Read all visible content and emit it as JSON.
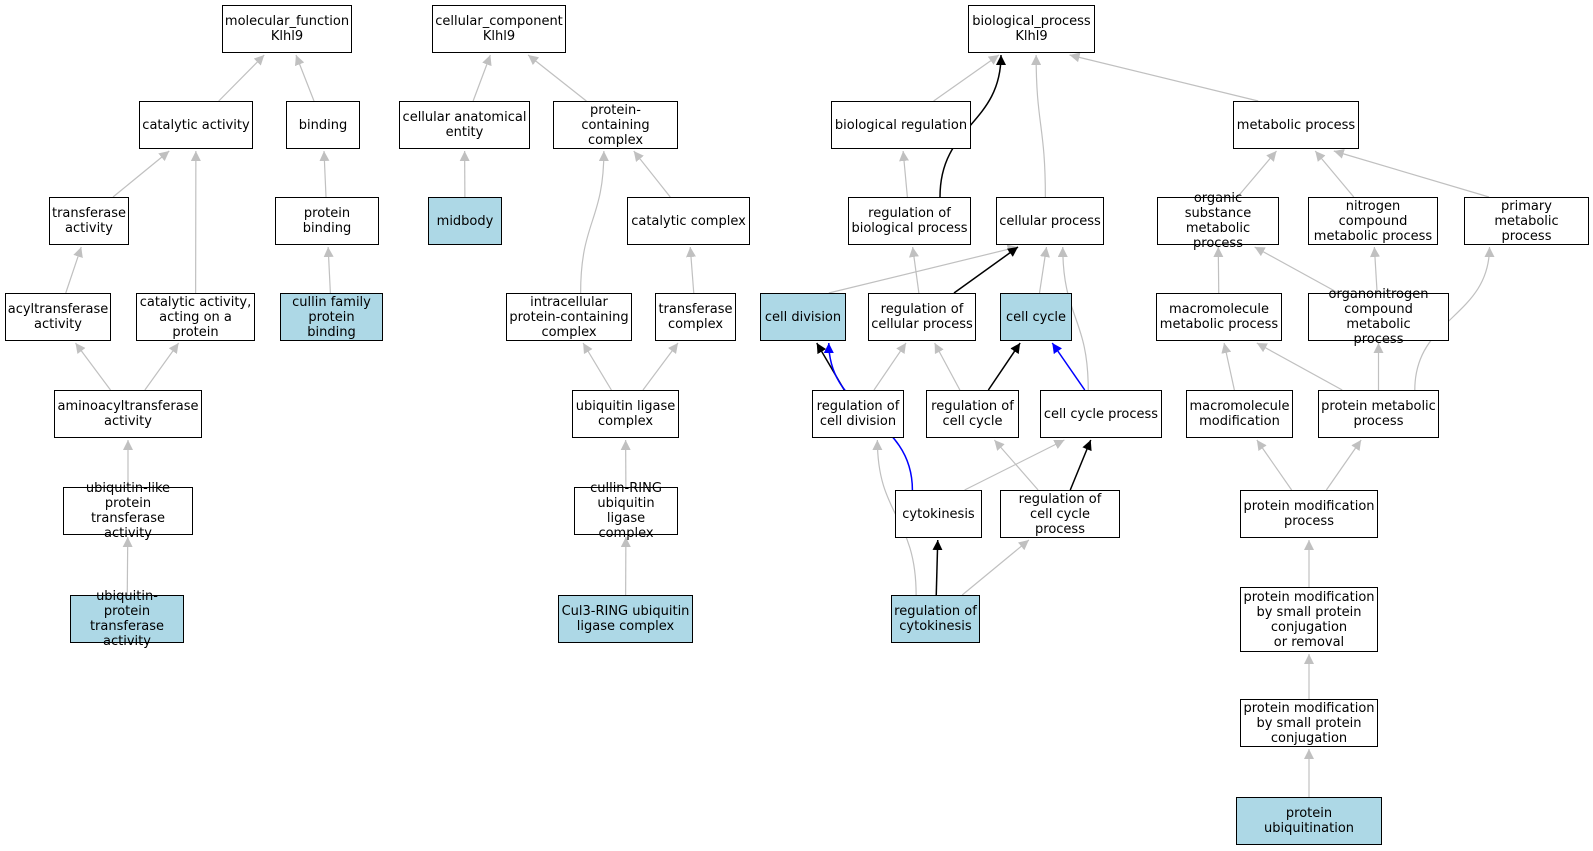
{
  "colors": {
    "highlight": "#add8e6",
    "is_a": "#c0c0c0",
    "part_of": "#000000",
    "regulates": "#0000ff"
  },
  "nodes": [
    {
      "id": "mf",
      "label": "molecular_function\nKlhl9",
      "hl": false
    },
    {
      "id": "cat",
      "label": "catalytic activity",
      "hl": false
    },
    {
      "id": "bind",
      "label": "binding",
      "hl": false
    },
    {
      "id": "trans",
      "label": "transferase\nactivity",
      "hl": false
    },
    {
      "id": "pbind",
      "label": "protein binding",
      "hl": false
    },
    {
      "id": "acyl",
      "label": "acyltransferase\nactivity",
      "hl": false
    },
    {
      "id": "catprot",
      "label": "catalytic activity,\nacting on a\nprotein",
      "hl": false
    },
    {
      "id": "cullin",
      "label": "cullin family\nprotein binding",
      "hl": true
    },
    {
      "id": "aminoacyl",
      "label": "aminoacyltransferase\nactivity",
      "hl": false
    },
    {
      "id": "ubl",
      "label": "ubiquitin-like\nprotein transferase\nactivity",
      "hl": false
    },
    {
      "id": "ubprot",
      "label": "ubiquitin-protein\ntransferase\nactivity",
      "hl": true
    },
    {
      "id": "cc",
      "label": "cellular_component\nKlhl9",
      "hl": false
    },
    {
      "id": "cae",
      "label": "cellular anatomical\nentity",
      "hl": false
    },
    {
      "id": "pcc",
      "label": "protein-containing\ncomplex",
      "hl": false
    },
    {
      "id": "midbody",
      "label": "midbody",
      "hl": true
    },
    {
      "id": "catcomplex",
      "label": "catalytic complex",
      "hl": false
    },
    {
      "id": "ipcc",
      "label": "intracellular\nprotein-containing\ncomplex",
      "hl": false
    },
    {
      "id": "transcomplex",
      "label": "transferase\ncomplex",
      "hl": false
    },
    {
      "id": "ubligase",
      "label": "ubiquitin ligase\ncomplex",
      "hl": false
    },
    {
      "id": "cullinring",
      "label": "cullin-RING\nubiquitin ligase\ncomplex",
      "hl": false
    },
    {
      "id": "cul3",
      "label": "Cul3-RING ubiquitin\nligase complex",
      "hl": true
    },
    {
      "id": "bp",
      "label": "biological_process\nKlhl9",
      "hl": false
    },
    {
      "id": "bioreg",
      "label": "biological regulation",
      "hl": false
    },
    {
      "id": "metab",
      "label": "metabolic process",
      "hl": false
    },
    {
      "id": "regbio",
      "label": "regulation of\nbiological process",
      "hl": false
    },
    {
      "id": "cellproc",
      "label": "cellular process",
      "hl": false
    },
    {
      "id": "osmp",
      "label": "organic substance\nmetabolic process",
      "hl": false
    },
    {
      "id": "ncmp",
      "label": "nitrogen compound\nmetabolic process",
      "hl": false
    },
    {
      "id": "pmp",
      "label": "primary metabolic\nprocess",
      "hl": false
    },
    {
      "id": "celldiv",
      "label": "cell division",
      "hl": true
    },
    {
      "id": "regcell",
      "label": "regulation of\ncellular process",
      "hl": false
    },
    {
      "id": "cellcycle",
      "label": "cell cycle",
      "hl": true
    },
    {
      "id": "macromp",
      "label": "macromolecule\nmetabolic process",
      "hl": false
    },
    {
      "id": "onmp",
      "label": "organonitrogen\ncompound metabolic\nprocess",
      "hl": false
    },
    {
      "id": "regcelldiv",
      "label": "regulation of\ncell division",
      "hl": false
    },
    {
      "id": "regcc",
      "label": "regulation of\ncell cycle",
      "hl": false
    },
    {
      "id": "ccproc",
      "label": "cell cycle process",
      "hl": false
    },
    {
      "id": "macromod",
      "label": "macromolecule\nmodification",
      "hl": false
    },
    {
      "id": "protmp",
      "label": "protein metabolic\nprocess",
      "hl": false
    },
    {
      "id": "cytok",
      "label": "cytokinesis",
      "hl": false
    },
    {
      "id": "regccp",
      "label": "regulation of\ncell cycle process",
      "hl": false
    },
    {
      "id": "protmod",
      "label": "protein modification\nprocess",
      "hl": false
    },
    {
      "id": "regcytok",
      "label": "regulation of\ncytokinesis",
      "hl": true
    },
    {
      "id": "pmsmall",
      "label": "protein modification\nby small protein\nconjugation\nor removal",
      "hl": false
    },
    {
      "id": "pmsmallconj",
      "label": "protein modification\nby small protein\nconjugation",
      "hl": false
    },
    {
      "id": "protubiq",
      "label": "protein ubiquitination",
      "hl": true
    }
  ],
  "edges": [
    {
      "from": "cat",
      "to": "mf",
      "type": "is_a"
    },
    {
      "from": "bind",
      "to": "mf",
      "type": "is_a"
    },
    {
      "from": "trans",
      "to": "cat",
      "type": "is_a"
    },
    {
      "from": "catprot",
      "to": "cat",
      "type": "is_a"
    },
    {
      "from": "pbind",
      "to": "bind",
      "type": "is_a"
    },
    {
      "from": "acyl",
      "to": "trans",
      "type": "is_a"
    },
    {
      "from": "cullin",
      "to": "pbind",
      "type": "is_a"
    },
    {
      "from": "aminoacyl",
      "to": "acyl",
      "type": "is_a"
    },
    {
      "from": "aminoacyl",
      "to": "catprot",
      "type": "is_a"
    },
    {
      "from": "ubl",
      "to": "aminoacyl",
      "type": "is_a"
    },
    {
      "from": "ubprot",
      "to": "ubl",
      "type": "is_a"
    },
    {
      "from": "cae",
      "to": "cc",
      "type": "is_a"
    },
    {
      "from": "pcc",
      "to": "cc",
      "type": "is_a"
    },
    {
      "from": "midbody",
      "to": "cae",
      "type": "is_a"
    },
    {
      "from": "catcomplex",
      "to": "pcc",
      "type": "is_a"
    },
    {
      "from": "ipcc",
      "to": "pcc",
      "type": "is_a"
    },
    {
      "from": "transcomplex",
      "to": "catcomplex",
      "type": "is_a"
    },
    {
      "from": "ubligase",
      "to": "ipcc",
      "type": "is_a"
    },
    {
      "from": "ubligase",
      "to": "transcomplex",
      "type": "is_a"
    },
    {
      "from": "cullinring",
      "to": "ubligase",
      "type": "is_a"
    },
    {
      "from": "cul3",
      "to": "cullinring",
      "type": "is_a"
    },
    {
      "from": "bioreg",
      "to": "bp",
      "type": "is_a"
    },
    {
      "from": "metab",
      "to": "bp",
      "type": "is_a"
    },
    {
      "from": "cellproc",
      "to": "bp",
      "type": "is_a"
    },
    {
      "from": "regbio",
      "to": "bp",
      "type": "part_of"
    },
    {
      "from": "regbio",
      "to": "bioreg",
      "type": "is_a"
    },
    {
      "from": "osmp",
      "to": "metab",
      "type": "is_a"
    },
    {
      "from": "ncmp",
      "to": "metab",
      "type": "is_a"
    },
    {
      "from": "pmp",
      "to": "metab",
      "type": "is_a"
    },
    {
      "from": "celldiv",
      "to": "cellproc",
      "type": "is_a"
    },
    {
      "from": "regcell",
      "to": "regbio",
      "type": "is_a"
    },
    {
      "from": "regcell",
      "to": "cellproc",
      "type": "part_of"
    },
    {
      "from": "cellcycle",
      "to": "cellproc",
      "type": "is_a"
    },
    {
      "from": "ccproc",
      "to": "cellproc",
      "type": "is_a"
    },
    {
      "from": "macromp",
      "to": "osmp",
      "type": "is_a"
    },
    {
      "from": "onmp",
      "to": "osmp",
      "type": "is_a"
    },
    {
      "from": "onmp",
      "to": "ncmp",
      "type": "is_a"
    },
    {
      "from": "regcelldiv",
      "to": "celldiv",
      "type": "part_of"
    },
    {
      "from": "regcelldiv",
      "to": "regcell",
      "type": "is_a"
    },
    {
      "from": "regcc",
      "to": "regcell",
      "type": "is_a"
    },
    {
      "from": "regcc",
      "to": "cellcycle",
      "type": "part_of"
    },
    {
      "from": "ccproc",
      "to": "cellcycle",
      "type": "regulates"
    },
    {
      "from": "macromod",
      "to": "macromp",
      "type": "is_a"
    },
    {
      "from": "protmp",
      "to": "macromp",
      "type": "is_a"
    },
    {
      "from": "protmp",
      "to": "onmp",
      "type": "is_a"
    },
    {
      "from": "protmp",
      "to": "pmp",
      "type": "is_a"
    },
    {
      "from": "cytok",
      "to": "celldiv",
      "type": "regulates"
    },
    {
      "from": "cytok",
      "to": "ccproc",
      "type": "is_a"
    },
    {
      "from": "regccp",
      "to": "regcc",
      "type": "is_a"
    },
    {
      "from": "regccp",
      "to": "ccproc",
      "type": "part_of"
    },
    {
      "from": "protmod",
      "to": "macromod",
      "type": "is_a"
    },
    {
      "from": "protmod",
      "to": "protmp",
      "type": "is_a"
    },
    {
      "from": "regcytok",
      "to": "cytok",
      "type": "part_of"
    },
    {
      "from": "regcytok",
      "to": "regcelldiv",
      "type": "is_a"
    },
    {
      "from": "regcytok",
      "to": "regccp",
      "type": "is_a"
    },
    {
      "from": "pmsmall",
      "to": "protmod",
      "type": "is_a"
    },
    {
      "from": "pmsmallconj",
      "to": "pmsmall",
      "type": "is_a"
    },
    {
      "from": "protubiq",
      "to": "pmsmallconj",
      "type": "is_a"
    }
  ]
}
